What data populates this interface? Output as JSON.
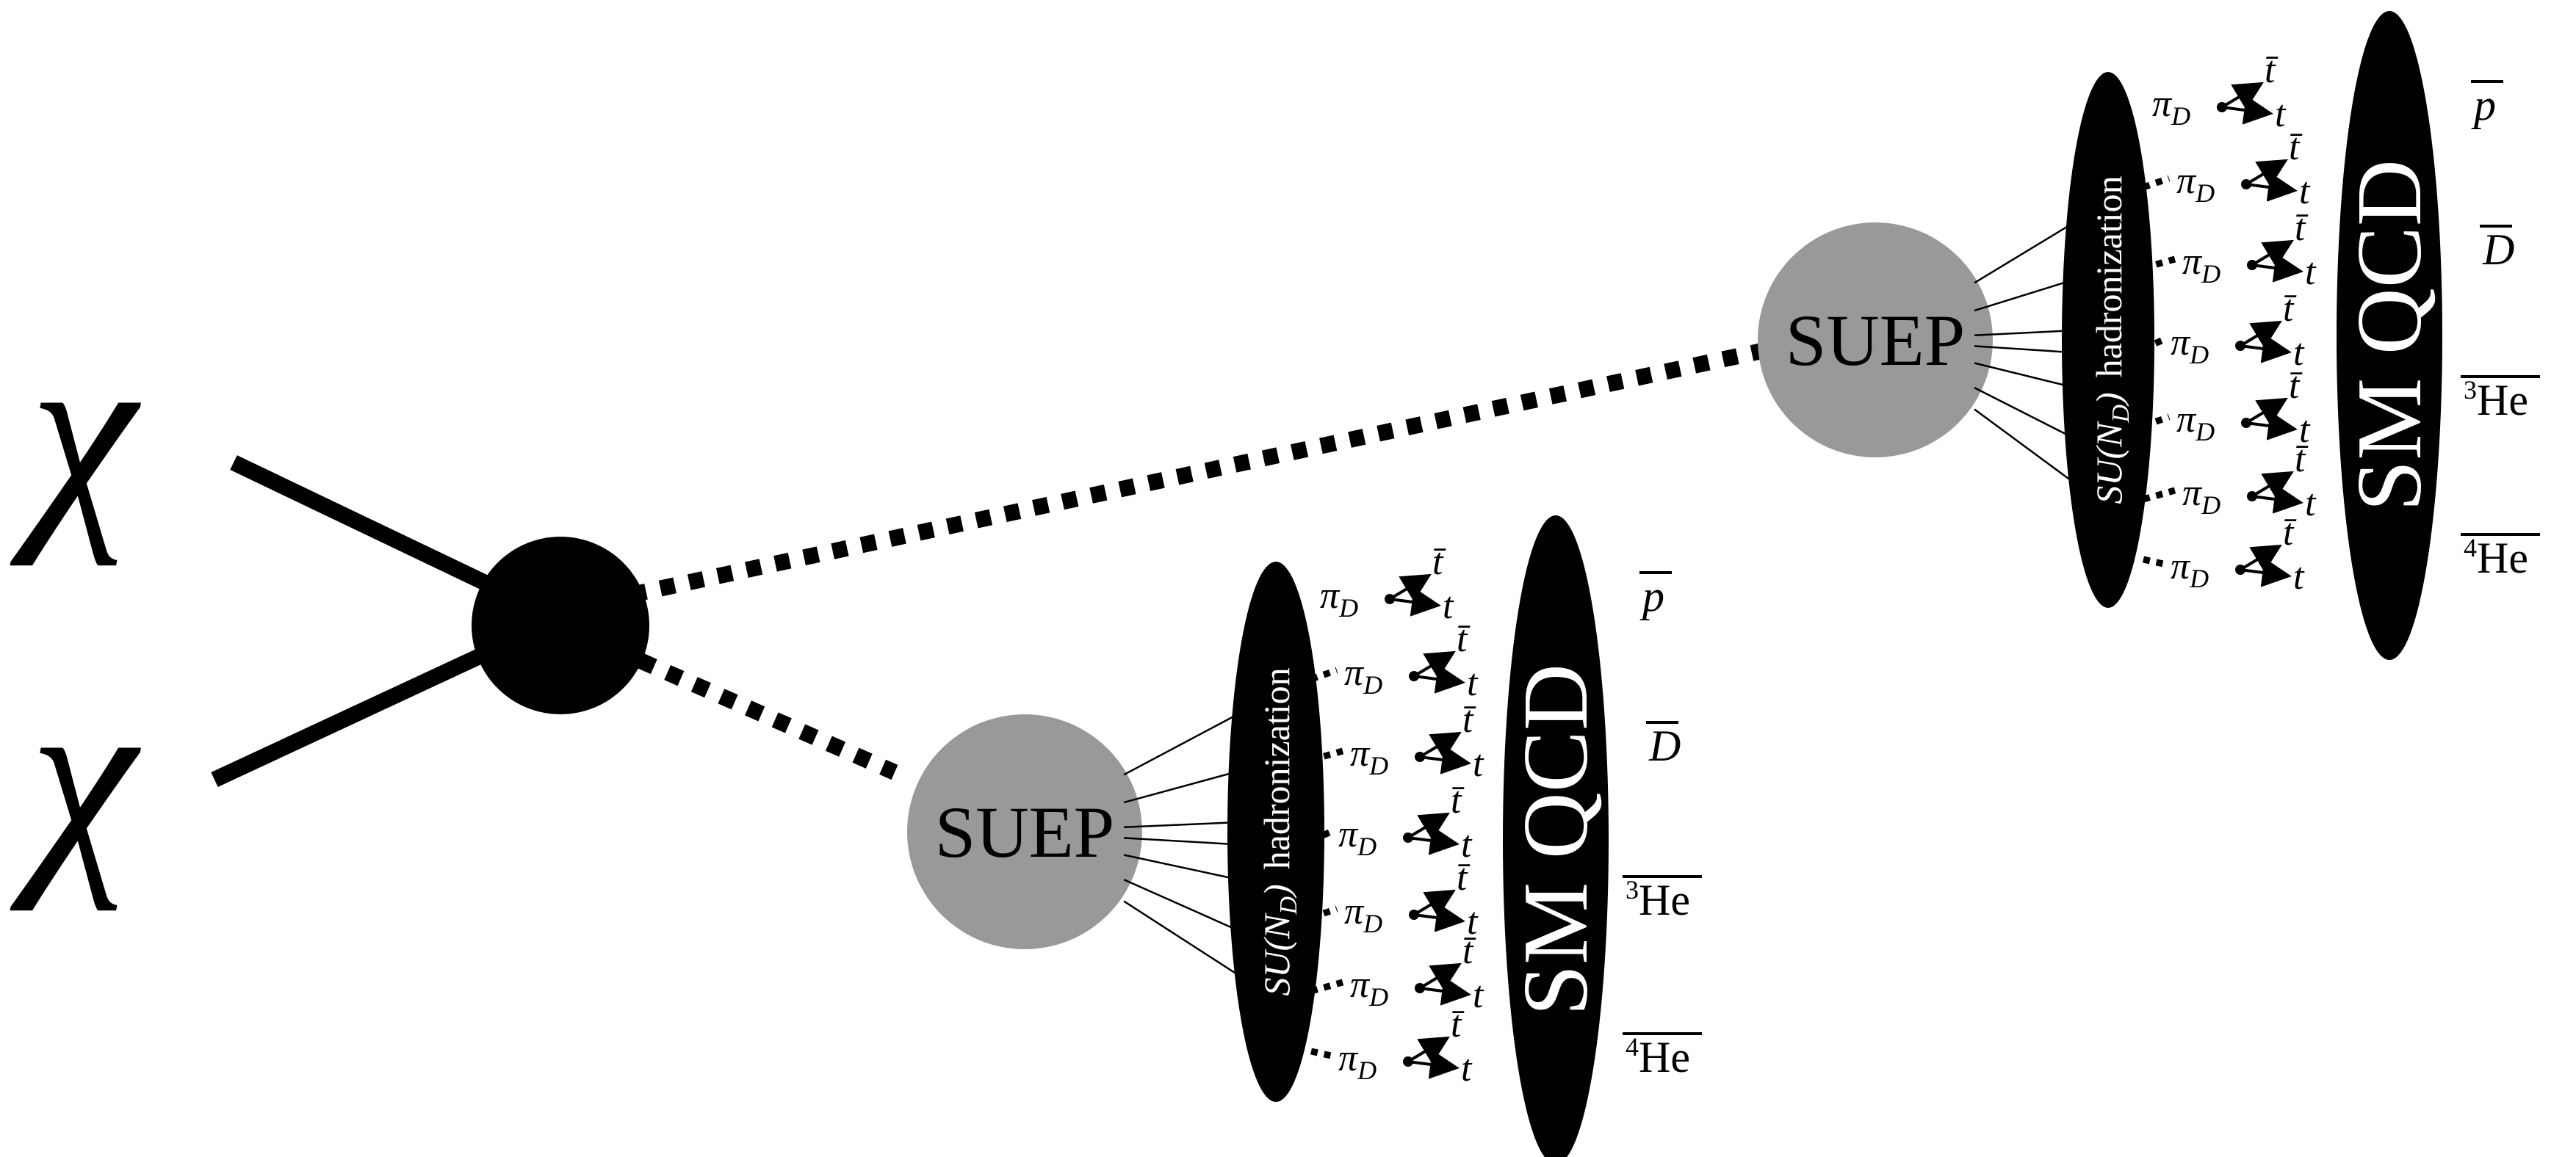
{
  "chi_label": "χ",
  "mediator": "mediator",
  "suep_label": "SUEP",
  "hadronization": {
    "group_prefix": "SU(",
    "group_var": "N",
    "group_sub": "D",
    "group_suffix": ")",
    "word": "hadronization"
  },
  "sm_qcd_label": "SM QCD",
  "pion": {
    "symbol": "π",
    "sub": "D"
  },
  "quarks": {
    "top": "t",
    "anti_top": "t̄"
  },
  "antiparticles": [
    {
      "sup": "",
      "symbol": "p",
      "italic": true
    },
    {
      "sup": "",
      "symbol": "D",
      "italic": true
    },
    {
      "sup": "3",
      "symbol": "He",
      "italic": false
    },
    {
      "sup": "4",
      "symbol": "He",
      "italic": false
    }
  ],
  "colors": {
    "ink": "#000000",
    "suep_fill": "#999999",
    "inverse_text": "#ffffff"
  }
}
